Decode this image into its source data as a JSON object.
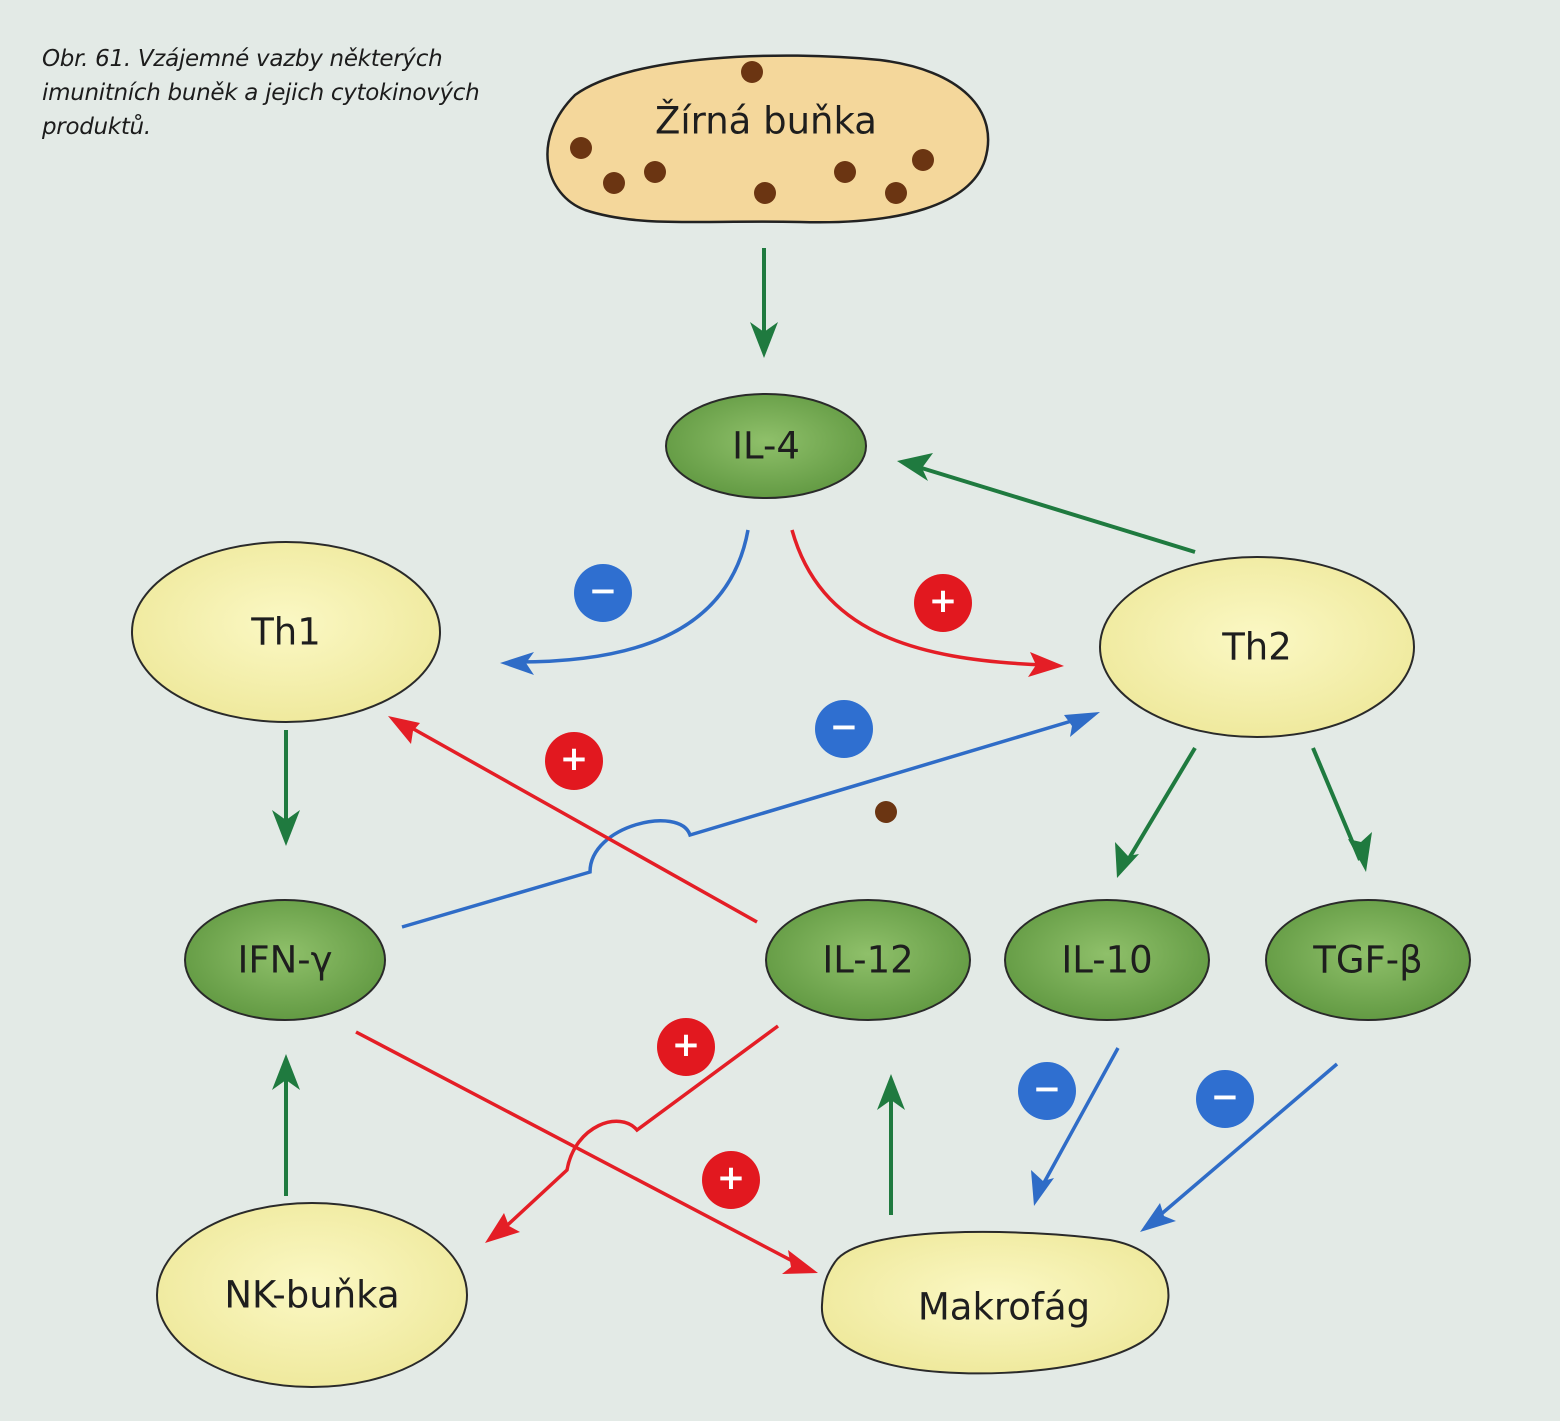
{
  "caption": {
    "line1": "Obr. 61. Vzájemné vazby některých",
    "line2": "imunitních buněk a jejich cytokinových",
    "line3": "produktů."
  },
  "nodes": {
    "mast_cell": "Žírná buňka",
    "il4": "IL-4",
    "th1": "Th1",
    "th2": "Th2",
    "ifn": "IFN-γ",
    "il12": "IL-12",
    "il10": "IL-10",
    "tgf": "TGF-β",
    "nk": "NK-buňka",
    "macrophage": "Makrofág"
  },
  "signs": {
    "plus": "+",
    "minus": "−"
  },
  "colors": {
    "cell_fill": "#f6f1a8",
    "cytokine_fill": "#7aae56",
    "mast_fill": "#f4d79b",
    "granule": "#6b3512",
    "green_arrow": "#1f7a3f",
    "red_arrow": "#e41e26",
    "blue_arrow": "#2f6cc7",
    "plus_badge": "#e2181f",
    "minus_badge": "#2f6fd0"
  }
}
